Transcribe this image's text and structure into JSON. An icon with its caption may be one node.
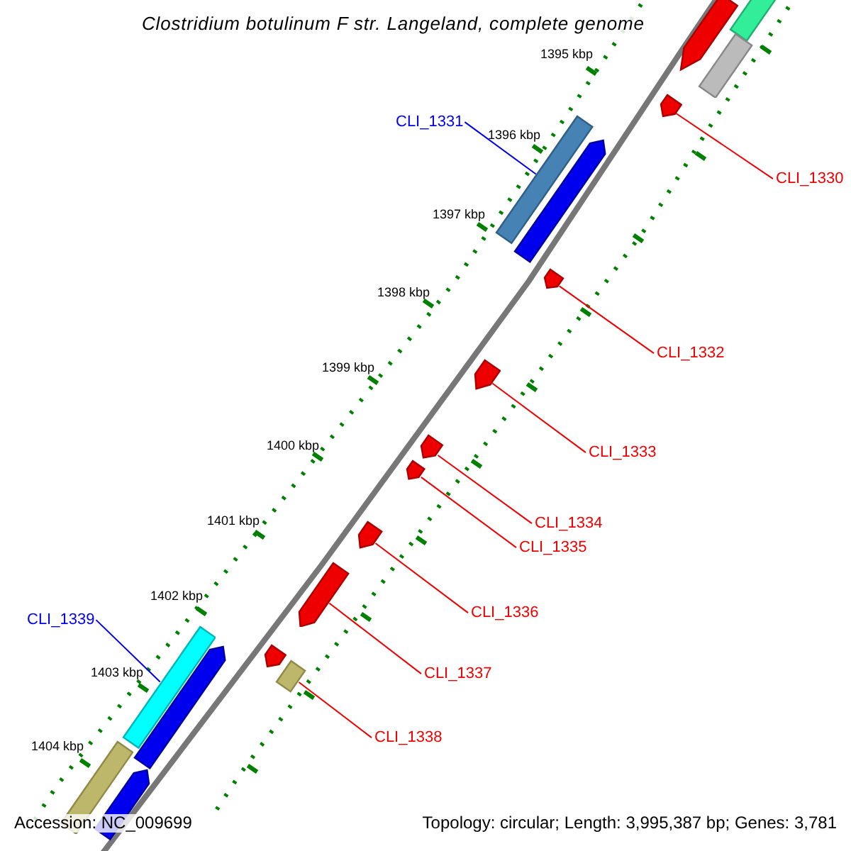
{
  "diagram": {
    "title": "Clostridium botulinum F str. Langeland, complete genome",
    "nodes": [
      {
        "text": [
          "CLI_1331"
        ]
      },
      {
        "text": [
          "CLI_1330"
        ]
      },
      {
        "text": [
          "CLI_1332"
        ]
      },
      {
        "text": [
          "CLI_1333"
        ]
      },
      {
        "text": [
          "CLI_1334"
        ]
      },
      {
        "text": [
          "CLI_1335"
        ]
      },
      {
        "text": [
          "CLI_1336"
        ]
      },
      {
        "text": [
          "CLI_1339"
        ]
      },
      {
        "text": [
          "CLI_1337"
        ]
      },
      {
        "text": [
          "CLI_1338"
        ]
      },
      {
        "text": [],
        "shape": "bar"
      },
      {
        "text": [],
        "shape": "pentagon"
      },
      {
        "text": [],
        "shape": "pentagon"
      },
      {
        "text": [],
        "shape": "pentagon"
      },
      {
        "text": [],
        "shape": "pentagon"
      },
      {
        "text": [],
        "shape": "pentagon"
      },
      {
        "text": [],
        "shape": "pentagon"
      },
      {
        "text": [],
        "shape": "bar"
      },
      {
        "text": [],
        "shape": "pentagon"
      },
      {
        "text": [],
        "shape": "bar"
      },
      {
        "text": [],
        "shape": "pentagon"
      },
      {
        "text": [],
        "shape": "bar"
      },
      {
        "text": [],
        "shape": "bar"
      },
      {
        "text": [],
        "shape": "pentagon"
      },
      {
        "text": [],
        "shape": "pentagon"
      },
      {
        "text": [],
        "shape": "pentagon"
      },
      {
        "text": [],
        "shape": "bar"
      },
      {
        "text": [],
        "shape": "pentagon"
      }
    ],
    "edges": [
      {
        "from": 0,
        "to": 10,
        "arrow": "none",
        "color": "#0000ee"
      },
      {
        "from": 1,
        "to": 11,
        "arrow": "none"
      },
      {
        "from": 2,
        "to": 12,
        "arrow": "none"
      },
      {
        "from": 3,
        "to": 13,
        "arrow": "none"
      },
      {
        "from": 4,
        "to": 14,
        "arrow": "none"
      },
      {
        "from": 5,
        "to": 15,
        "arrow": "none"
      },
      {
        "from": 6,
        "to": 16,
        "arrow": "none"
      },
      {
        "from": 7,
        "to": 17,
        "arrow": "none",
        "color": "#0000ee"
      },
      {
        "from": 8,
        "to": 18,
        "arrow": "none"
      },
      {
        "from": 9,
        "to": 19,
        "arrow": "none"
      }
    ],
    "labels": [
      "1395 kbp",
      "1396 kbp",
      "1397 kbp",
      "1398 kbp",
      "1399 kbp",
      "1400 kbp",
      "1401 kbp",
      "1402 kbp",
      "1403 kbp",
      "1404 kbp",
      "Accession: NC_009699",
      "Topology: circular; Length: 3,995,387 bp; Genes: 3,781"
    ]
  }
}
